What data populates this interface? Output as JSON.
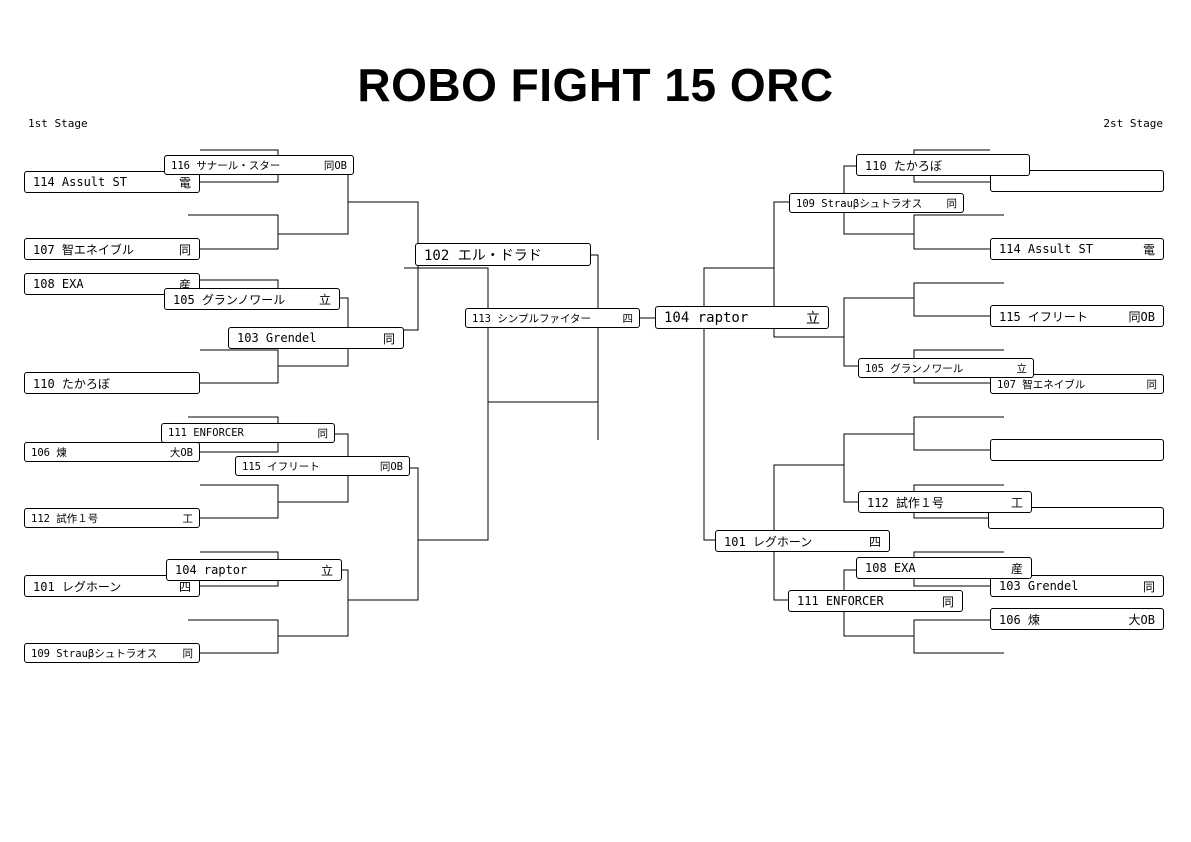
{
  "title": "ROBO FIGHT 15 ORC",
  "stages": {
    "left": "1st Stage",
    "right": "2st Stage"
  },
  "left": {
    "round1": [
      {
        "name": "114 Assult ST",
        "team": "電"
      },
      {
        "name": "107 智エネイブル",
        "team": "同"
      },
      {
        "name": "108 EXA",
        "team": "産"
      },
      {
        "name": "110 たかろぼ",
        "team": ""
      },
      {
        "name": "106 煉",
        "team": "大OB"
      },
      {
        "name": "112 試作１号",
        "team": "工"
      },
      {
        "name": "101 レグホーン",
        "team": "四"
      },
      {
        "name": "109 Strauβシュトラオス",
        "team": "同"
      }
    ],
    "round2": [
      {
        "name": "116 サナール・スター",
        "team": "同OB"
      },
      {
        "name": "105 グランノワール",
        "team": "立"
      },
      {
        "name": "111 ENFORCER",
        "team": "同"
      },
      {
        "name": "104 raptor",
        "team": "立"
      }
    ],
    "round3": [
      {
        "name": "103 Grendel",
        "team": "同"
      },
      {
        "name": "115 イフリート",
        "team": "同OB"
      }
    ],
    "round4": [
      {
        "name": "102 エル・ドラド",
        "team": ""
      }
    ],
    "final": {
      "name": "113 シンプルファイター",
      "team": "四"
    }
  },
  "right": {
    "round1": [
      {
        "name": "",
        "team": ""
      },
      {
        "name": "114 Assult ST",
        "team": "電"
      },
      {
        "name": "115 イフリート",
        "team": "同OB"
      },
      {
        "name": "107 智エネイブル",
        "team": "同"
      },
      {
        "name": "",
        "team": ""
      },
      {
        "name": "",
        "team": ""
      },
      {
        "name": "103 Grendel",
        "team": "同"
      },
      {
        "name": "106 煉",
        "team": "大OB"
      }
    ],
    "round2": [
      {
        "name": "110 たかろぼ",
        "team": ""
      },
      {
        "name": "105 グランノワール",
        "team": "立"
      },
      {
        "name": "112 試作１号",
        "team": "工"
      },
      {
        "name": "108 EXA",
        "team": "産"
      }
    ],
    "round3": [
      {
        "name": "109 Strauβシュトラオス",
        "team": "同"
      },
      {
        "name": "111 ENFORCER",
        "team": "同"
      }
    ],
    "round4": [
      {
        "name": "101 レグホーン",
        "team": "四"
      }
    ],
    "final": {
      "name": "104 raptor",
      "team": "立"
    }
  }
}
